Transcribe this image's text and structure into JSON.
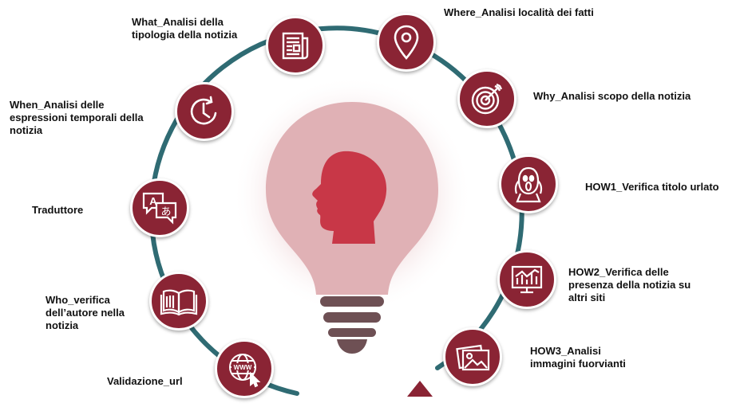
{
  "colors": {
    "node": "#8a2434",
    "ring": "#2f6b73",
    "bulb": "#e0b1b5",
    "bulb_glow": "#f3dfe1",
    "head": "#c83747",
    "base": "#6e5054",
    "arrow": "#8a2434"
  },
  "center": {
    "icon": "head-silhouette-icon"
  },
  "nodes": [
    {
      "id": "what",
      "icon": "newspaper-icon",
      "label": "What_Analisi della\ntipologia della notizia"
    },
    {
      "id": "where",
      "icon": "location-pin-icon",
      "label": "Where_Analisi località dei fatti"
    },
    {
      "id": "why",
      "icon": "target-icon",
      "label": "Why_Analisi scopo della notizia"
    },
    {
      "id": "how1",
      "icon": "scream-face-icon",
      "label": "HOW1_Verifica titolo urlato"
    },
    {
      "id": "how2",
      "icon": "monitor-chart-icon",
      "label": "HOW2_Verifica delle\npresenza della notizia su\naltri siti"
    },
    {
      "id": "how3",
      "icon": "images-icon",
      "label": "HOW3_Analisi\nimmagini fuorvianti"
    },
    {
      "id": "validazione",
      "icon": "www-cursor-icon",
      "label": "Validazione_url"
    },
    {
      "id": "who",
      "icon": "open-book-icon",
      "label": "Who_verifica\ndell’autore nella\nnotizia"
    },
    {
      "id": "traduttore",
      "icon": "translate-icon",
      "label": "Traduttore"
    },
    {
      "id": "when",
      "icon": "clock-refresh-icon",
      "label": "When_Analisi delle\nespressioni temporali della\nnotizia"
    }
  ]
}
